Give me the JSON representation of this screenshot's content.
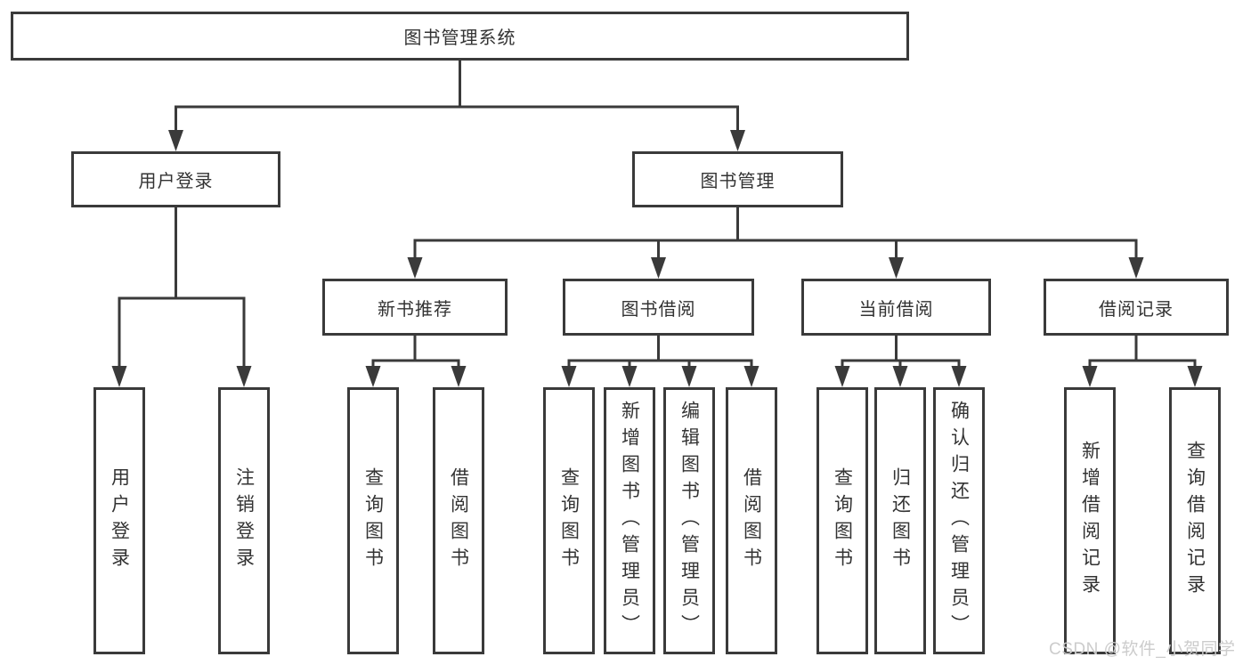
{
  "diagram": {
    "title": "图书管理系统",
    "type": "tree-hierarchy",
    "colors": {
      "line": "#3a3a3a",
      "box_border": "#3a3a3a",
      "box_background": "#ffffff",
      "text": "#333333",
      "watermark_text": "#cccccc"
    },
    "nodes": {
      "root": "图书管理系统",
      "level2": {
        "user_login_branch": "用户登录",
        "book_mgmt_branch": "图书管理"
      },
      "level3": {
        "new_books": "新书推荐",
        "book_borrow": "图书借阅",
        "current_borrow": "当前借阅",
        "borrow_records": "借阅记录"
      },
      "leaves": {
        "user_login": "用户登录",
        "logout": "注销登录",
        "nb_query_books": "查询图书",
        "nb_borrow_books": "借阅图书",
        "bb_query_books": "查询图书",
        "bb_add_books_admin": "新增图书（管理员）",
        "bb_edit_books_admin": "编辑图书（管理员）",
        "bb_borrow_books": "借阅图书",
        "cb_query_books": "查询图书",
        "cb_return_books": "归还图书",
        "cb_confirm_return_admin": "确认归还（管理员）",
        "br_add_record": "新增借阅记录",
        "br_query_record": "查询借阅记录"
      }
    },
    "watermark": "CSDN @软件_小贺同学"
  }
}
